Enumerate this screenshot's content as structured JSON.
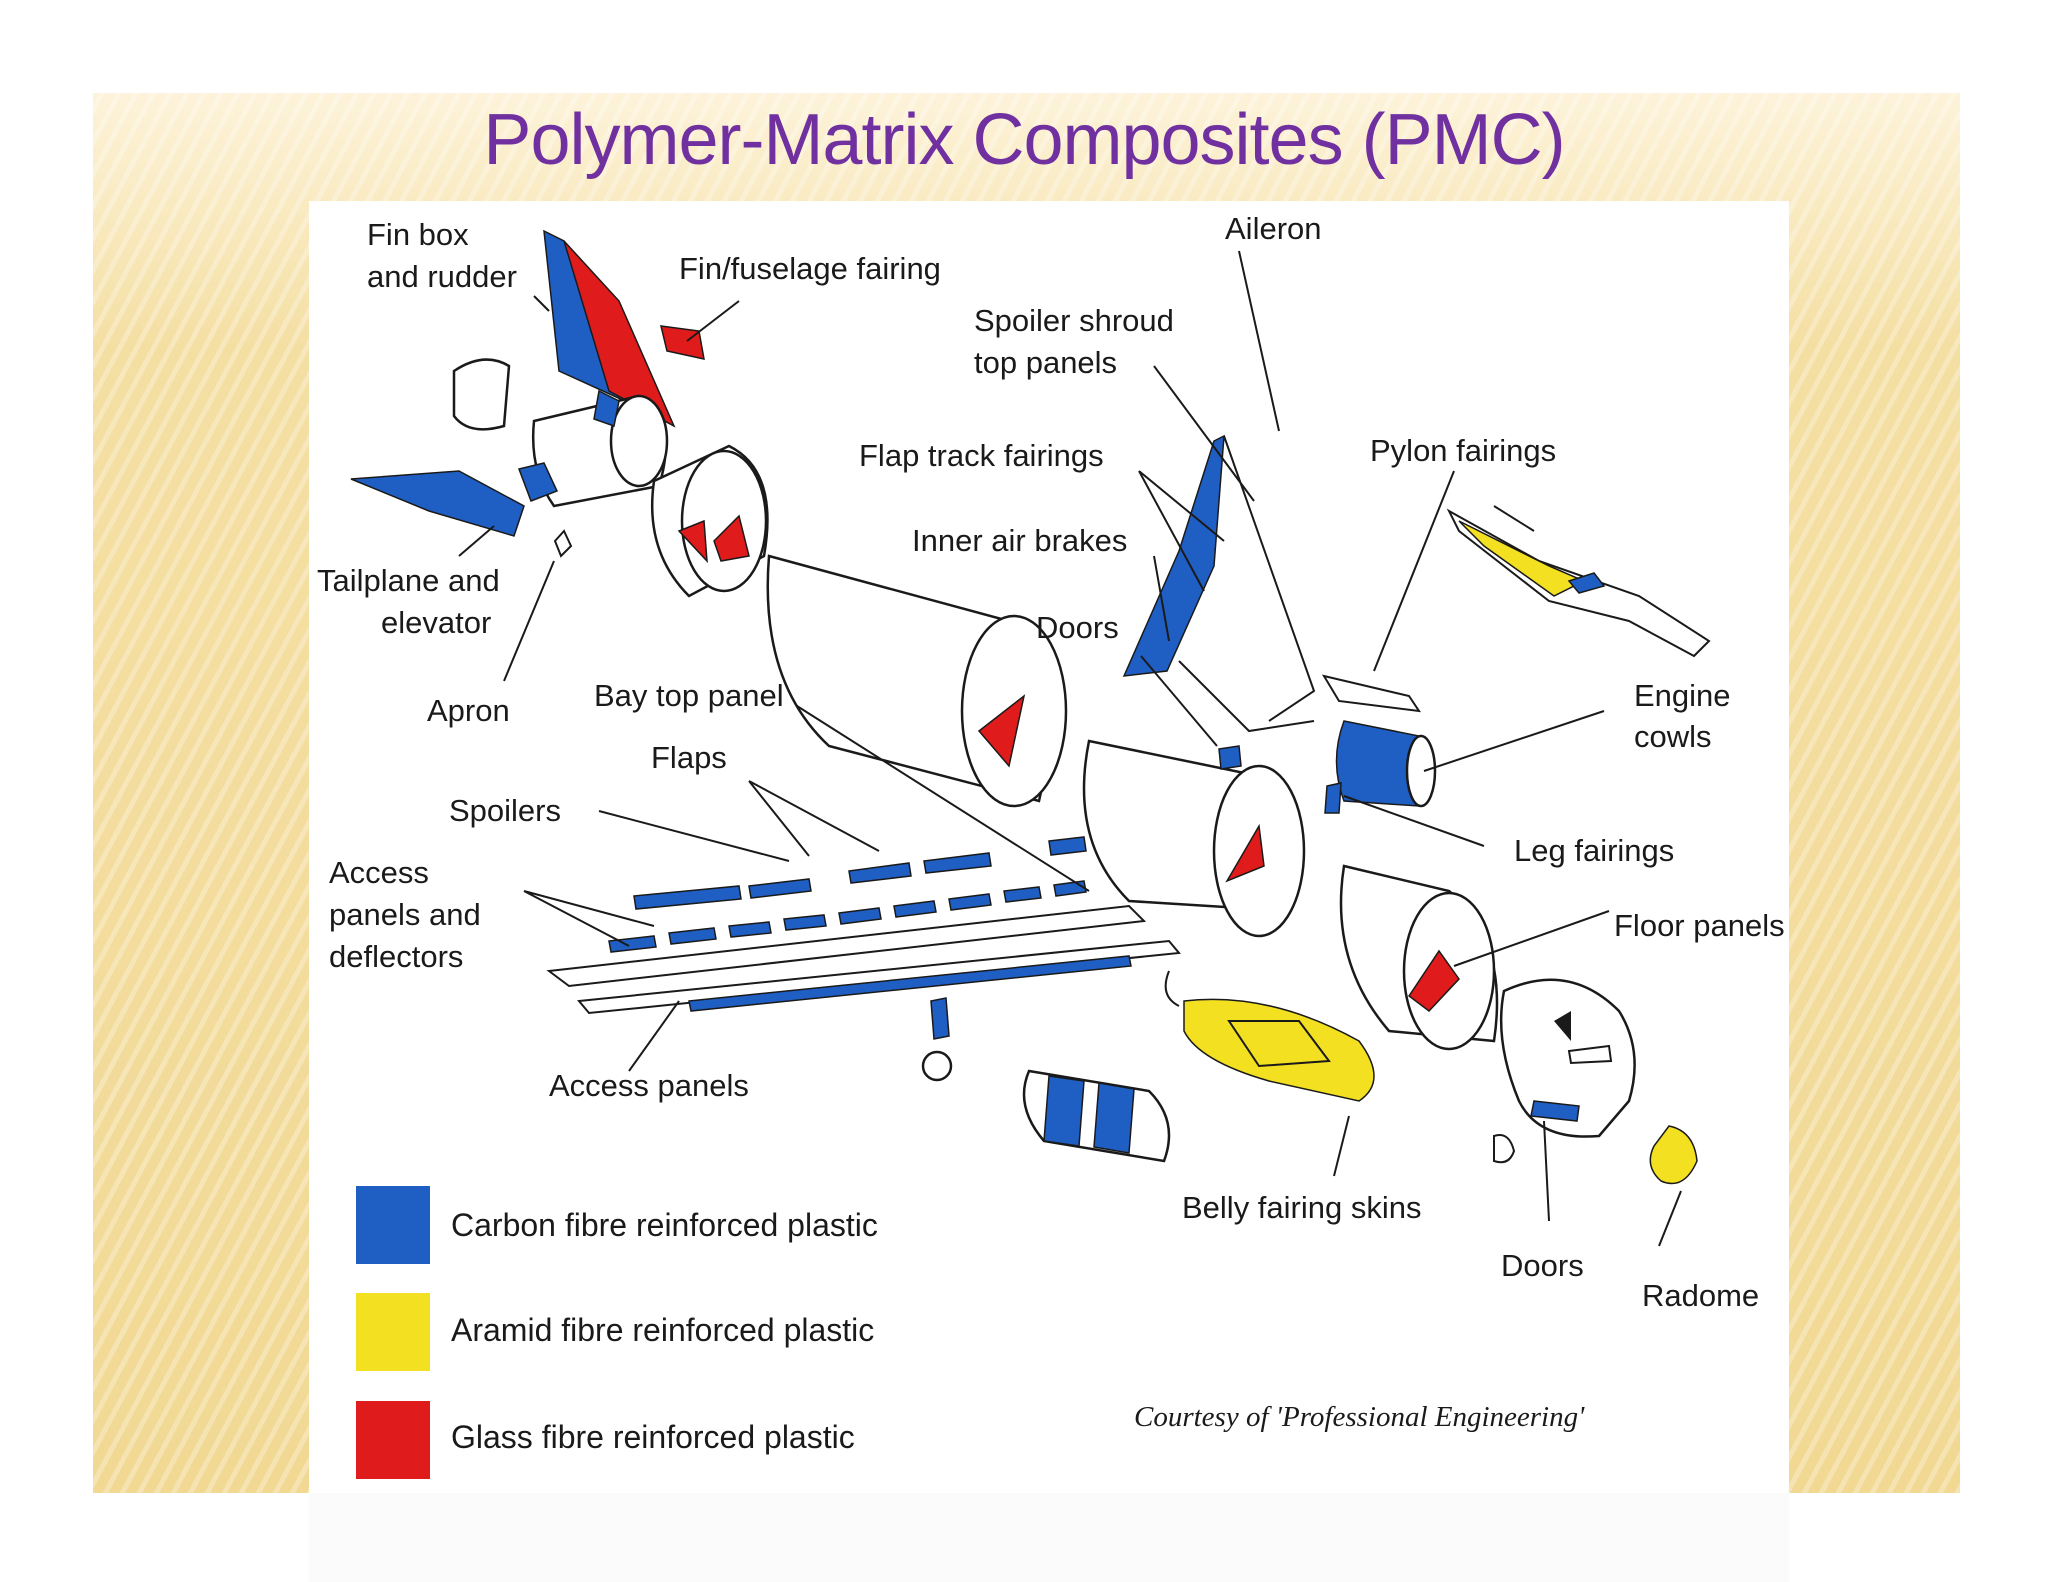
{
  "title": "Polymer-Matrix Composites (PMC)",
  "labels": {
    "fin_box": [
      "Fin box",
      "and rudder"
    ],
    "fin_fuselage_fairing": "Fin/fuselage fairing",
    "aileron": "Aileron",
    "spoiler_shroud": [
      "Spoiler shroud",
      "top panels"
    ],
    "flap_track_fairings": "Flap track fairings",
    "pylon_fairings": "Pylon fairings",
    "inner_air_brakes": "Inner air brakes",
    "tailplane": [
      "Tailplane and",
      "elevator"
    ],
    "doors_top": "Doors",
    "apron": "Apron",
    "bay_top_panel": "Bay top panel",
    "engine_cowls": [
      "Engine",
      "cowls"
    ],
    "flaps": "Flaps",
    "spoilers": "Spoilers",
    "leg_fairings": "Leg fairings",
    "access_panels_deflectors": [
      "Access",
      "panels and",
      "deflectors"
    ],
    "floor_panels": "Floor panels",
    "access_panels": "Access panels",
    "belly_fairing_skins": "Belly fairing skins",
    "doors_bottom": "Doors",
    "radome": "Radome"
  },
  "legend": [
    {
      "label": "Carbon fibre reinforced plastic",
      "color": "#1f5fc4"
    },
    {
      "label": "Aramid fibre reinforced plastic",
      "color": "#f2e021"
    },
    {
      "label": "Glass fibre reinforced plastic",
      "color": "#e01b1b"
    }
  ],
  "credit": "Courtesy of 'Professional Engineering'",
  "colors": {
    "title": "#7030a0",
    "carbon": "#1f5fc4",
    "aramid": "#f2e021",
    "glass": "#e01b1b"
  }
}
